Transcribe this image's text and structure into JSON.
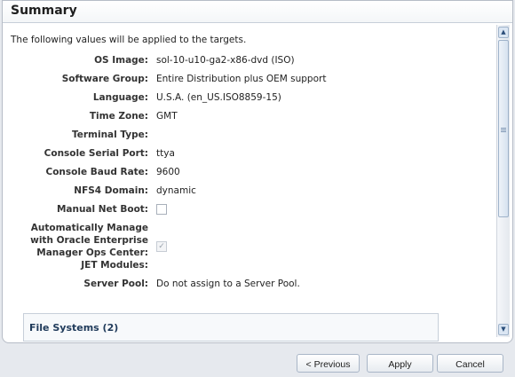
{
  "summary": {
    "title": "Summary",
    "intro": "The following values will be applied to the targets."
  },
  "fields": {
    "os_image": {
      "label": "OS Image:",
      "value": "sol-10-u10-ga2-x86-dvd (ISO)"
    },
    "software_group": {
      "label": "Software Group:",
      "value": "Entire Distribution plus OEM support"
    },
    "language": {
      "label": "Language:",
      "value": "U.S.A. (en_US.ISO8859-15)"
    },
    "time_zone": {
      "label": "Time Zone:",
      "value": "GMT"
    },
    "terminal_type": {
      "label": "Terminal Type:",
      "value": ""
    },
    "console_serial_port": {
      "label": "Console Serial Port:",
      "value": "ttya"
    },
    "console_baud_rate": {
      "label": "Console Baud Rate:",
      "value": "9600"
    },
    "nfs4_domain": {
      "label": "NFS4 Domain:",
      "value": "dynamic"
    },
    "manual_net_boot": {
      "label": "Manual Net Boot:",
      "checked": false
    },
    "auto_manage": {
      "label": "Automatically Manage with Oracle Enterprise Manager Ops Center:",
      "checked": true
    },
    "jet_modules": {
      "label": "JET Modules:",
      "value": ""
    },
    "server_pool": {
      "label": "Server Pool:",
      "value": "Do not assign to a Server Pool."
    }
  },
  "file_systems": {
    "title": "File Systems (2)"
  },
  "buttons": {
    "previous": "< Previous",
    "apply": "Apply",
    "cancel": "Cancel"
  },
  "icons": {
    "scroll_up": "scroll-up-arrow-icon",
    "scroll_down": "scroll-down-arrow-icon",
    "checkmark": "checkmark-icon"
  }
}
